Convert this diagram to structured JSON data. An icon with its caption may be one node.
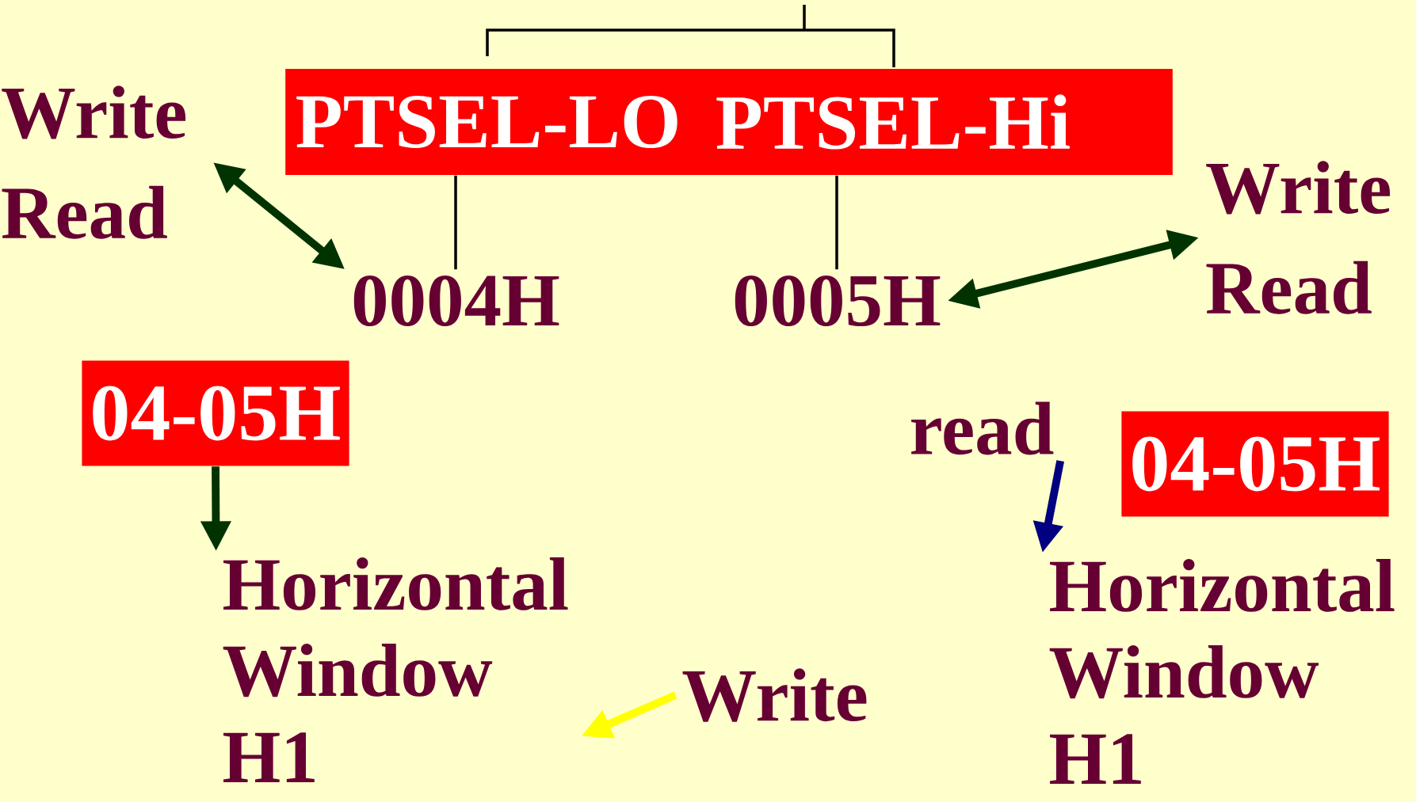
{
  "diagram": {
    "nodes": [
      {
        "text": [
          "PTSEL-LO",
          "PTSEL-Hi"
        ]
      },
      {
        "text": [
          "Write Read"
        ]
      },
      {
        "text": [
          "0004H"
        ]
      },
      {
        "text": [
          "0005H"
        ]
      },
      {
        "text": [
          "Write Read"
        ]
      },
      {
        "text": [
          "04-05H"
        ]
      },
      {
        "text": [
          "Horizontal Window H1"
        ]
      },
      {
        "text": [
          "read"
        ]
      },
      {
        "text": [
          "04-05H"
        ]
      },
      {
        "text": [
          "Horizontal Window H1"
        ]
      },
      {
        "text": [
          "Write"
        ]
      }
    ],
    "edges": [
      {
        "from": 0,
        "to": 2,
        "arrow": "none",
        "color": "#000000"
      },
      {
        "from": 0,
        "to": 3,
        "arrow": "none",
        "color": "#000000"
      },
      {
        "from": 1,
        "to": 2,
        "arrow": "both"
      },
      {
        "from": 4,
        "to": 3,
        "arrow": "both"
      },
      {
        "from": 5,
        "to": 6,
        "arrow": "to"
      },
      {
        "from": 7,
        "to": 9,
        "arrow": "to",
        "color": "#000080"
      },
      {
        "from": 10,
        "to": 6,
        "arrow": "to",
        "color": "#ffff00"
      }
    ]
  }
}
